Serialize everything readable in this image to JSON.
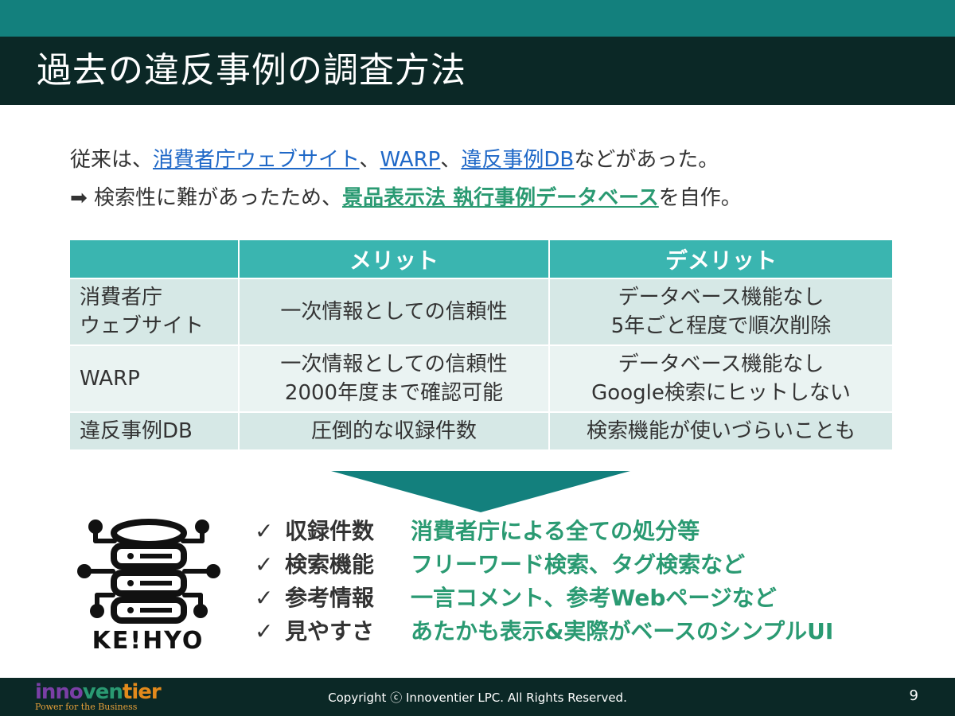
{
  "title": "過去の違反事例の調査方法",
  "intro": {
    "line1_prefix": "従来は、",
    "link1": "消費者庁ウェブサイト",
    "sep1": "、",
    "link2": "WARP",
    "sep2": "、",
    "link3": "違反事例DB",
    "line1_suffix": "などがあった。",
    "arrow": "➡",
    "line2_prefix": "検索性に難があったため、",
    "link4": "景品表示法 執行事例データベース",
    "line2_suffix": "を自作。"
  },
  "table": {
    "headers": [
      "",
      "メリット",
      "デメリット"
    ],
    "rows": [
      {
        "name": [
          "消費者庁",
          "ウェブサイト"
        ],
        "merit": [
          "一次情報としての信頼性"
        ],
        "demerit": [
          "データベース機能なし",
          "5年ごと程度で順次削除"
        ]
      },
      {
        "name": [
          "WARP"
        ],
        "merit": [
          "一次情報としての信頼性",
          "2000年度まで確認可能"
        ],
        "demerit": [
          "データベース機能なし",
          "Google検索にヒットしない"
        ]
      },
      {
        "name": [
          "違反事例DB"
        ],
        "merit": [
          "圧倒的な収録件数"
        ],
        "demerit": [
          "検索機能が使いづらいことも"
        ]
      }
    ]
  },
  "logo_text": "KE!HYO",
  "features": [
    {
      "check": "✓",
      "label": "収録件数",
      "value": "消費者庁による全ての処分等"
    },
    {
      "check": "✓",
      "label": "検索機能",
      "value": "フリーワード検索、タグ検索など"
    },
    {
      "check": "✓",
      "label": "参考情報",
      "value": "一言コメント、参考Webページなど"
    },
    {
      "check": "✓",
      "label": "見やすさ",
      "value": "あたかも表示&実際がベースのシンプルUI"
    }
  ],
  "footer": {
    "brand_a": "inno",
    "brand_b": "ven",
    "brand_c": "tier",
    "tagline": "Power for the Business",
    "copyright": "Copyright ⓒ Innoventier LPC.  All Rights Reserved.",
    "page": "9"
  },
  "colors": {
    "teal": "#13807d",
    "dark": "#0b2826",
    "table_header": "#3ab5b0",
    "link": "#1f68c7",
    "accent_green": "#2a9a72"
  }
}
